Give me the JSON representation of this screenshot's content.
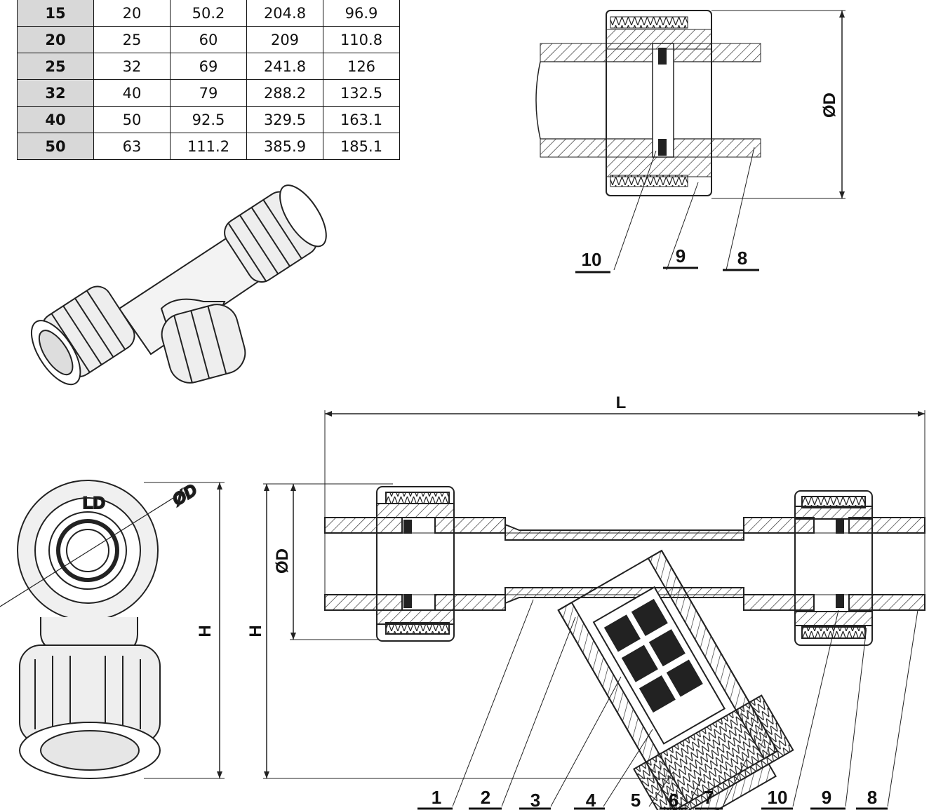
{
  "table": {
    "rows": [
      [
        "15",
        "20",
        "50.2",
        "204.8",
        "96.9"
      ],
      [
        "20",
        "25",
        "60",
        "209",
        "110.8"
      ],
      [
        "25",
        "32",
        "69",
        "241.8",
        "126"
      ],
      [
        "32",
        "40",
        "79",
        "288.2",
        "132.5"
      ],
      [
        "40",
        "50",
        "92.5",
        "329.5",
        "163.1"
      ],
      [
        "50",
        "63",
        "111.2",
        "385.9",
        "185.1"
      ]
    ]
  },
  "dims": {
    "od_top": "ØD",
    "od_side": "ØD",
    "od_front": "ØD",
    "h_front": "H",
    "h_side": "H",
    "length": "L"
  },
  "callouts_top": [
    "10",
    "9",
    "8"
  ],
  "callouts_bottom": [
    "1",
    "2",
    "3",
    "4",
    "5",
    "6",
    "7",
    "10",
    "9",
    "8"
  ]
}
